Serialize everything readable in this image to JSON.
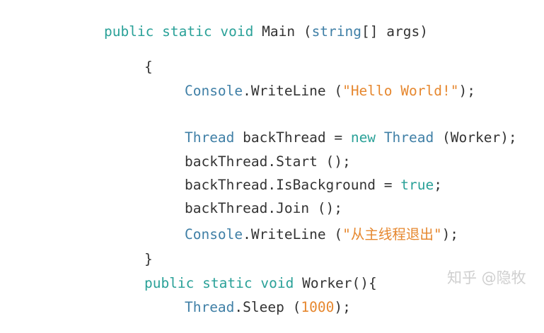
{
  "code": {
    "l1": {
      "public": "public",
      "static": "static",
      "void": "void",
      "name": "Main",
      "open": "(",
      "string": "string",
      "rest": "[] args)"
    },
    "l2": {
      "brace": "{"
    },
    "l3": {
      "console": "Console",
      "dot": ".",
      "method": "WriteLine",
      "open": "(",
      "str": "\"Hello World!\"",
      "close": ");"
    },
    "l4": {
      "thread_type": "Thread",
      "var": "backThread",
      "eq": "=",
      "new": "new",
      "thread_type2": "Thread",
      "args": "(Worker);"
    },
    "l5": {
      "text": "backThread.Start ();"
    },
    "l6": {
      "text": "backThread.IsBackground",
      "eq": "=",
      "value": "true",
      "semi": ";"
    },
    "l7": {
      "text": "backThread.Join ();"
    },
    "l8": {
      "console": "Console",
      "dot": ".",
      "method": "WriteLine",
      "open": "(",
      "str": "\"从主线程退出\"",
      "close": ");"
    },
    "l9": {
      "brace": "}"
    },
    "l10": {
      "public": "public",
      "static": "static",
      "void": "void",
      "name": "Worker(){"
    },
    "l11": {
      "thread": "Thread",
      "dot": ".",
      "method": "Sleep",
      "open": "(",
      "num": "1000",
      "close": ");"
    }
  },
  "watermark": "知乎 @隐牧",
  "colors": {
    "keyword": "#2aa198",
    "type": "#3f7fa6",
    "string": "#e6872e",
    "plain": "#333333",
    "watermark": "#cfcfcf"
  }
}
